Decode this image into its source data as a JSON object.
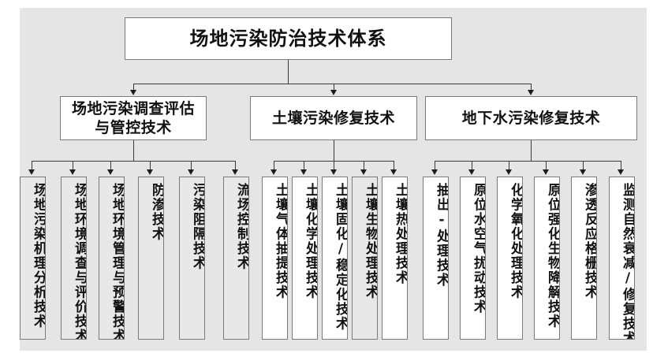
{
  "diagram": {
    "title": "场地污染防治技术体系",
    "categories": [
      {
        "label": "场地污染调查评估与管控技术"
      },
      {
        "label": "土壤污染修复技术"
      },
      {
        "label": "地下水污染修复技术"
      }
    ],
    "leaves": [
      {
        "label": "场地污染机理分析技术",
        "group": 0,
        "fill": "grey"
      },
      {
        "label": "场地环境调查与评价技术",
        "group": 0,
        "fill": "grey"
      },
      {
        "label": "场地环境管理与预警技术",
        "group": 0,
        "fill": "grey"
      },
      {
        "label": "防渗技术",
        "group": 0,
        "fill": "grey"
      },
      {
        "label": "污染阻隔技术",
        "group": 0,
        "fill": "grey"
      },
      {
        "label": "流场控制技术",
        "group": 0,
        "fill": "grey"
      },
      {
        "label": "土壤气体抽提技术",
        "group": 1,
        "fill": "white"
      },
      {
        "label": "土壤化学处理技术",
        "group": 1,
        "fill": "white"
      },
      {
        "label": "土壤固化/稳定化技术",
        "group": 1,
        "fill": "white"
      },
      {
        "label": "土壤生物处理技术",
        "group": 1,
        "fill": "grey"
      },
      {
        "label": "土壤热处理技术",
        "group": 1,
        "fill": "white"
      },
      {
        "label": "抽出-处理技术",
        "group": 2,
        "fill": "white"
      },
      {
        "label": "原位水空气扰动技术",
        "group": 2,
        "fill": "white"
      },
      {
        "label": "化学氧化处理技术",
        "group": 2,
        "fill": "white"
      },
      {
        "label": "原位强化生物降解技术",
        "group": 2,
        "fill": "white"
      },
      {
        "label": "渗透反应格栅技术",
        "group": 2,
        "fill": "white"
      },
      {
        "label": "监测自然衰减/修复技术",
        "group": 2,
        "fill": "white"
      }
    ],
    "colors": {
      "page_background": "#ffffff",
      "plate_background": "#e5e5e5",
      "box_border": "#7a7a7a",
      "box_fill_white": "#ffffff",
      "box_fill_grey": "#e8e8e8",
      "connector": "#3a3a3a",
      "text": "#111111"
    }
  }
}
